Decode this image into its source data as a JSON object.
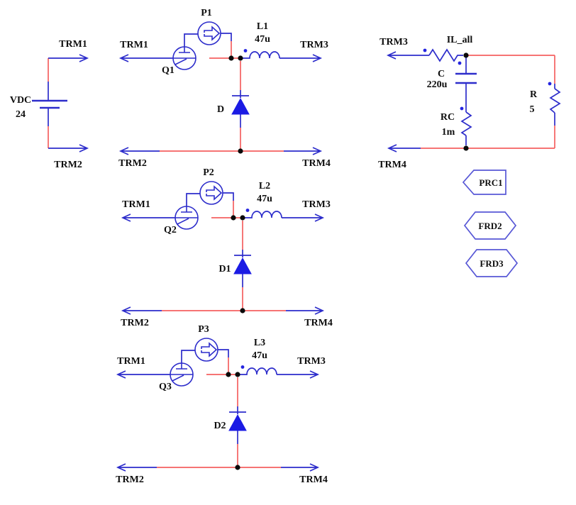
{
  "colors": {
    "wire_blue": "#2d2dcb",
    "wire_red": "#f56161",
    "diode_fill": "#1b1be4",
    "junction_black": "#0a0a0a",
    "tag_outline": "#5757d6",
    "background": "#ffffff",
    "text": "#0e0e0e"
  },
  "source": {
    "ref": "VDC",
    "value": "24",
    "terminal_top": "TRM1",
    "terminal_bottom": "TRM2"
  },
  "cells": [
    {
      "probe": "P1",
      "switch": "Q1",
      "inductor": "L1",
      "inductance": "47u",
      "diode": "D",
      "terminal_in": "TRM1",
      "terminal_out": "TRM3",
      "terminal_return_left": "TRM2",
      "terminal_return_right": "TRM4"
    },
    {
      "probe": "P2",
      "switch": "Q2",
      "inductor": "L2",
      "inductance": "47u",
      "diode": "D1",
      "terminal_in": "TRM1",
      "terminal_out": "TRM3",
      "terminal_return_left": "TRM2",
      "terminal_return_right": "TRM4"
    },
    {
      "probe": "P3",
      "switch": "Q3",
      "inductor": "L3",
      "inductance": "47u",
      "diode": "D2",
      "terminal_in": "TRM1",
      "terminal_out": "TRM3",
      "terminal_return_left": "TRM2",
      "terminal_return_right": "TRM4"
    }
  ],
  "output_stage": {
    "terminal_in": "TRM3",
    "current_sensor": "IL_all",
    "capacitor_ref": "C",
    "capacitor_value": "220u",
    "esr_ref": "RC",
    "esr_value": "1m",
    "load_ref": "R",
    "load_value": "5",
    "terminal_return": "TRM4"
  },
  "tags": [
    {
      "label": "PRC1"
    },
    {
      "label": "FRD2"
    },
    {
      "label": "FRD3"
    }
  ]
}
